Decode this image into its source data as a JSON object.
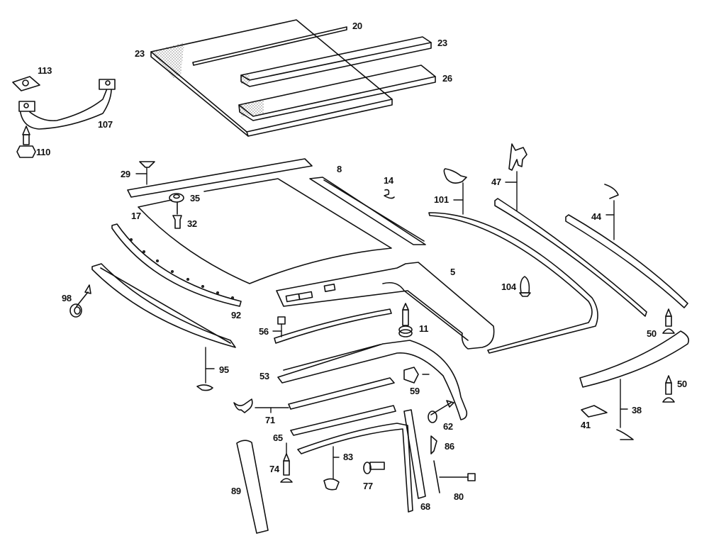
{
  "diagram": {
    "type": "exploded parts diagram",
    "subject": "vehicle roof / sunroof panel, seals, trim strips and fasteners",
    "part_labels": [
      {
        "id": "20",
        "text": "20"
      },
      {
        "id": "23a",
        "text": "23"
      },
      {
        "id": "23b",
        "text": "23"
      },
      {
        "id": "26",
        "text": "26"
      },
      {
        "id": "113",
        "text": "113"
      },
      {
        "id": "107",
        "text": "107"
      },
      {
        "id": "110",
        "text": "110"
      },
      {
        "id": "29",
        "text": "29"
      },
      {
        "id": "8",
        "text": "8"
      },
      {
        "id": "14",
        "text": "14"
      },
      {
        "id": "101",
        "text": "101"
      },
      {
        "id": "47",
        "text": "47"
      },
      {
        "id": "44",
        "text": "44"
      },
      {
        "id": "35",
        "text": "35"
      },
      {
        "id": "17",
        "text": "17"
      },
      {
        "id": "32",
        "text": "32"
      },
      {
        "id": "5",
        "text": "5"
      },
      {
        "id": "104",
        "text": "104"
      },
      {
        "id": "98",
        "text": "98"
      },
      {
        "id": "92",
        "text": "92"
      },
      {
        "id": "56",
        "text": "56"
      },
      {
        "id": "11",
        "text": "11"
      },
      {
        "id": "50a",
        "text": "50"
      },
      {
        "id": "50b",
        "text": "50"
      },
      {
        "id": "95",
        "text": "95"
      },
      {
        "id": "53",
        "text": "53"
      },
      {
        "id": "59",
        "text": "59"
      },
      {
        "id": "71",
        "text": "71"
      },
      {
        "id": "62",
        "text": "62"
      },
      {
        "id": "38",
        "text": "38"
      },
      {
        "id": "41",
        "text": "41"
      },
      {
        "id": "65",
        "text": "65"
      },
      {
        "id": "86",
        "text": "86"
      },
      {
        "id": "74",
        "text": "74"
      },
      {
        "id": "83",
        "text": "83"
      },
      {
        "id": "77",
        "text": "77"
      },
      {
        "id": "80",
        "text": "80"
      },
      {
        "id": "89",
        "text": "89"
      },
      {
        "id": "68",
        "text": "68"
      }
    ]
  }
}
